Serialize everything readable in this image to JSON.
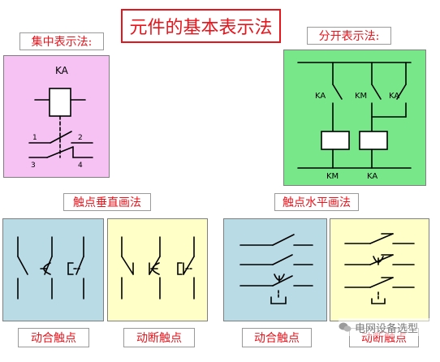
{
  "title": "元件的基本表示法",
  "sections": {
    "concentrated": "集中表示法:",
    "separated": "分开表示法:",
    "vertical": "触点垂直画法",
    "horizontal": "触点水平画法"
  },
  "concentrated_diagram": {
    "coil": "KA",
    "pin1": "1",
    "pin2": "2",
    "pin3": "3",
    "pin4": "4"
  },
  "separated_diagram": {
    "contact1": "KA",
    "contact2": "KM",
    "contact3": "KA",
    "coil1": "KM",
    "coil2": "KA"
  },
  "contact_labels": {
    "make_vertical": "动合触点",
    "break_vertical": "动断触点",
    "make_horizontal": "动合触点",
    "break_horizontal": "动断触点"
  },
  "watermark": "电网设备选型",
  "colors": {
    "title_red": "#e8141c",
    "pink_panel": "#f5c2f3",
    "green_panel": "#78e78a",
    "blue_panel": "#b9dbe5",
    "yellow_panel": "#ffffc8"
  }
}
